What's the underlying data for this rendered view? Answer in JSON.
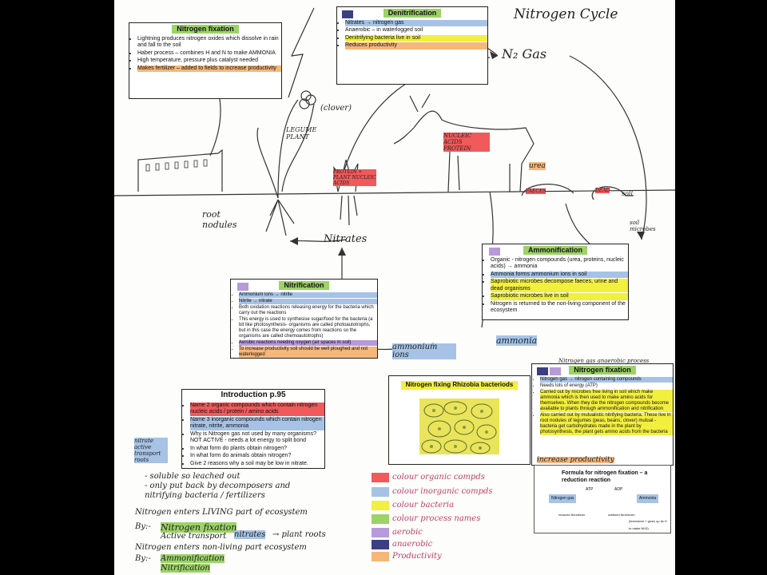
{
  "title": "Nitrogen Cycle",
  "colors": {
    "red": "#f05a5a",
    "blue": "#a6c3e6",
    "yellow": "#f3ef3f",
    "green": "#9cd267",
    "purple": "#b79ad8",
    "navy": "#3a3f82",
    "orange": "#f6b77a"
  },
  "labels": {
    "n2_gas": "N₂ Gas",
    "clover": "(clover)",
    "legume_plant": "LEGUME PLANT",
    "root_nodules": "root nodules",
    "nitrates": "Nitrates",
    "nucleic_acids_protein": "NUCLEIC ACIDS PROTEIN",
    "protein_plant": "PROTEIN + PLANT NUCLEIC ACIDS",
    "urea": "urea",
    "faeces": "FAECES",
    "dead": "DEAD",
    "soil": "soil",
    "soil_microbes": "soil microbes",
    "ammonium_ions": "ammonium ions",
    "ammonia": "ammonia",
    "nitrate_active_transport": "nitrate active transport roots"
  },
  "nitrogen_fixation_top": {
    "heading": "Nitrogen fixation",
    "items": [
      "Lightning produces nitrogen oxides which dissolve in rain and fall to the soil",
      "Haber process – combines H and N to make AMMONIA",
      "High temperature, pressure plus catalyst needed",
      "Makes fertilizer – added to fields to increase productivity"
    ]
  },
  "denitrification": {
    "heading": "Denitrification",
    "items": [
      "Nitrates → nitrogen gas",
      "Anaerobic – in waterlogged soil",
      "Denitrifying bacteria live in soil",
      "Reduces productivity"
    ]
  },
  "ammonification": {
    "heading": "Ammonification",
    "items": [
      "Organic - nitrogen compounds (urea, proteins, nucleic acids) → ammonia",
      "Ammonia forms ammonium ions in soil",
      "Saprobiotic microbes decompose faeces, urine and dead organisms",
      "Saprobiotic microbes live in soil",
      "Nitrogen is returned to the non-living component of the ecosystem"
    ]
  },
  "nitrification": {
    "heading": "Nitrification",
    "items": [
      "Ammonium ions → nitrite",
      "Nitrite → nitrate",
      "Both oxidation reactions releasing energy for the bacteria which carry out the reactions",
      "This energy is used to synthesise sugar/food for the bacteria (a bit like photosynthesis- organisms are called photoautotrophs, but in this case the energy comes from reactions so the organisms are called chemoautotrophs)",
      "Aerobic reactions needing oxygen (air spaces in soil)",
      "To increase productivity soil should be well ploughed and not waterlogged"
    ]
  },
  "introduction": {
    "heading": "Introduction p.95",
    "items": [
      "Name 2 organic compounds which contain nitrogen  nucleic acids / protein / amino acids",
      "Name 3 inorganic compounds which contain nitrogen  nitrate, nitrite, ammonia",
      "Why is Nitrogen gas not used by many organisms? NOT ACTIVE - needs a lot energy to split bond",
      "In what form do plants obtain nitrogen?",
      "In what form do animals obtain nitrogen?",
      "Give 2 reasons why a soil may be low in nitrate."
    ]
  },
  "rhizobia": {
    "heading": "Nitrogen fixing Rhizobia bacteriods"
  },
  "nitrogen_fixation_right": {
    "note": "Nitrogen gas anaerobic process",
    "heading": "Nitrogen fixation",
    "items": [
      "Nitrogen gas → nitrogen containing compounds",
      "Needs lots of energy (ATP)",
      "Carried out by microbes free living in soil which make ammonia which is then used to make amino acids for themselves. When they die the nitrogen compounds become available to plants through ammonification and nitrification",
      "Also carried out by mutualistic nitrifying bacteria. These live in root nodules of legumes (peas, beans, clover) mutual - bacteria get carbohydrates made in the plant by photosynthesis, the plant gets amino acids from the bacteria"
    ],
    "footer": "increase productivity"
  },
  "formula": {
    "heading": "Formula for nitrogen fixation – a reduction reaction",
    "atp": "ATP",
    "adp": "ADP",
    "left_box": "Nitrogen gas",
    "right_box": "Ammonia",
    "reduced": "reduced ferredoxin",
    "oxidised": "oxidised ferredoxin",
    "note": "(ferredoxin + gives up its H to make NH3)"
  },
  "notes": {
    "line1": "- soluble so leached out",
    "line2": "- only put back by decomposers and nitrifying bacteria / fertilizers",
    "line3": "Nitrogen enters LIVING part of ecosystem",
    "line4a": "By:-",
    "line4b": "Nitrogen fixation",
    "line5a": "Active transport",
    "line5b": "nitrates",
    "line5c": "→ plant roots",
    "line6": "Nitrogen enters non-living part ecosystem",
    "line7a": "By:-",
    "line7b": "Ammonification",
    "line8": "Nitrification"
  },
  "key": {
    "items": [
      {
        "label": "colour organic compds",
        "color": "#f05a5a"
      },
      {
        "label": "colour inorganic compds",
        "color": "#a6c3e6"
      },
      {
        "label": "colour bacteria",
        "color": "#f3ef3f"
      },
      {
        "label": "colour process names",
        "color": "#9cd267"
      },
      {
        "label": "aerobic",
        "color": "#b79ad8"
      },
      {
        "label": "anaerobic",
        "color": "#3a3f82"
      },
      {
        "label": "Productivity",
        "color": "#f6b77a"
      }
    ]
  }
}
